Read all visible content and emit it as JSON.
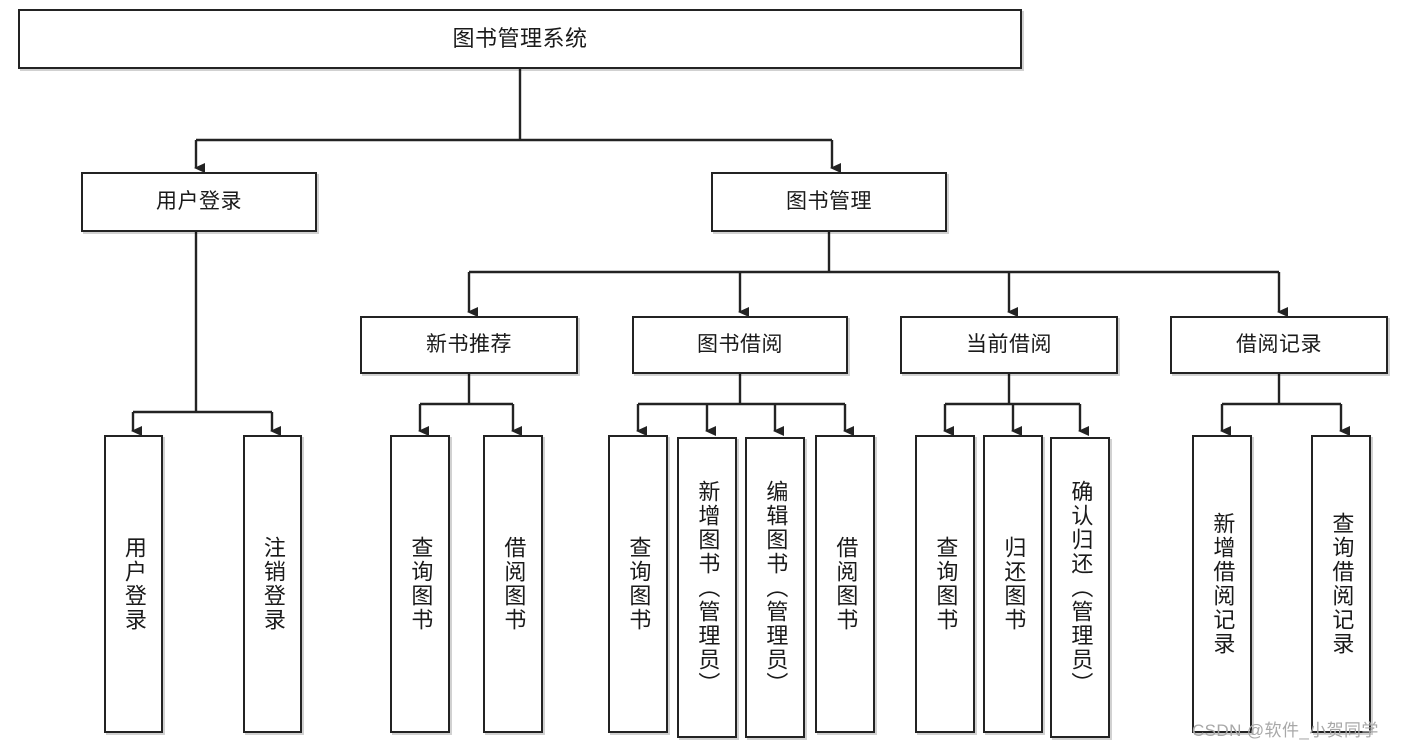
{
  "diagram": {
    "type": "org-chart",
    "title": "图书管理系统",
    "root": {
      "id": "root",
      "label": "图书管理系统"
    },
    "level2": [
      {
        "id": "user-login",
        "label": "用户登录"
      },
      {
        "id": "book-manage",
        "label": "图书管理"
      }
    ],
    "level3": [
      {
        "id": "new-book-recommend",
        "label": "新书推荐"
      },
      {
        "id": "book-borrow",
        "label": "图书借阅"
      },
      {
        "id": "current-borrow",
        "label": "当前借阅"
      },
      {
        "id": "borrow-record",
        "label": "借阅记录"
      }
    ],
    "leaves": [
      {
        "id": "leaf-user-login",
        "label": "用户登录",
        "parent": "user-login"
      },
      {
        "id": "leaf-logout-login",
        "label": "注销登录",
        "parent": "user-login"
      },
      {
        "id": "leaf-query-book-1",
        "label": "查询图书",
        "parent": "new-book-recommend"
      },
      {
        "id": "leaf-borrow-book-1",
        "label": "借阅图书",
        "parent": "new-book-recommend"
      },
      {
        "id": "leaf-query-book-2",
        "label": "查询图书",
        "parent": "book-borrow"
      },
      {
        "id": "leaf-add-book",
        "label": "新增图书（管理员）",
        "parent": "book-borrow"
      },
      {
        "id": "leaf-edit-book",
        "label": "编辑图书（管理员）",
        "parent": "book-borrow"
      },
      {
        "id": "leaf-borrow-book-2",
        "label": "借阅图书",
        "parent": "book-borrow"
      },
      {
        "id": "leaf-query-book-3",
        "label": "查询图书",
        "parent": "current-borrow"
      },
      {
        "id": "leaf-return-book",
        "label": "归还图书",
        "parent": "current-borrow"
      },
      {
        "id": "leaf-confirm-return",
        "label": "确认归还（管理员）",
        "parent": "current-borrow"
      },
      {
        "id": "leaf-add-record",
        "label": "新增借阅记录",
        "parent": "borrow-record"
      },
      {
        "id": "leaf-query-record",
        "label": "查询借阅记录",
        "parent": "borrow-record"
      }
    ],
    "colors": {
      "stroke": "#232323",
      "fill": "#ffffff",
      "text": "#1a1a1a",
      "watermark": "#a8a8a8"
    }
  },
  "watermark": {
    "text": "CSDN @软件_小贺同学"
  }
}
